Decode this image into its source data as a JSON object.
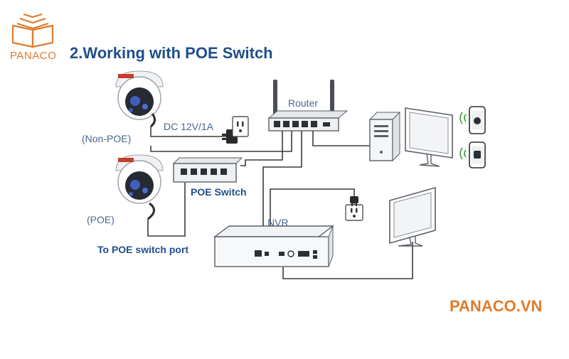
{
  "brand": {
    "logo_text": "PANACO",
    "website": "PANACO.VN",
    "accent": "#e07b2a"
  },
  "title": "2.Working with POE Switch",
  "labels": {
    "router": "Router",
    "dc_power": "DC 12V/1A",
    "non_poe": "(Non-POE)",
    "poe": "(POE)",
    "poe_switch": "POE Switch",
    "nvr": "NVR",
    "to_poe_port": "To POE switch port"
  },
  "icons": [
    "logo-book-icon",
    "camera-icon",
    "power-outlet-icon",
    "power-plug-icon",
    "router-icon",
    "poe-switch-icon",
    "nvr-icon",
    "computer-tower-icon",
    "monitor-icon",
    "phone-apple-icon",
    "phone-android-icon",
    "wifi-icon"
  ],
  "colors": {
    "title": "#1f4e8c",
    "line": "#3a3a3a",
    "device": "#5a5f66",
    "label_gray": "#4a6690"
  }
}
